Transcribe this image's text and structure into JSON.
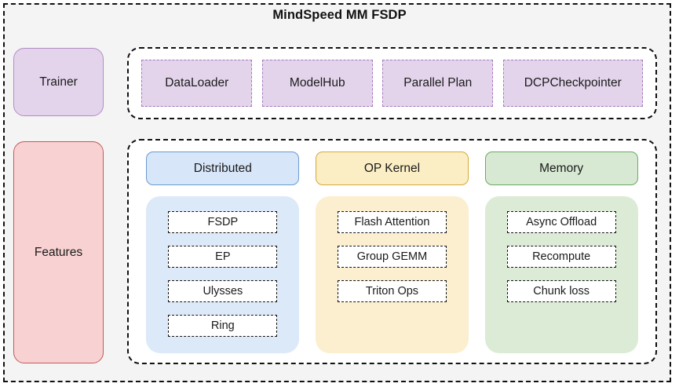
{
  "diagram": {
    "title": "MindSpeed MM FSDP",
    "type": "architecture-block-diagram"
  },
  "spine": {
    "trainer": {
      "label": "Trainer",
      "fill": "#e3d4ec",
      "border": "#b18cc4"
    },
    "features": {
      "label": "Features",
      "fill": "#f8d2d2",
      "border": "#c05a5a"
    }
  },
  "trainer_group": {
    "chips": [
      {
        "label": "DataLoader"
      },
      {
        "label": "ModelHub"
      },
      {
        "label": "Parallel Plan"
      },
      {
        "label": "DCPCheckpointer"
      }
    ],
    "chip_fill": "#e3d4ec",
    "chip_border": "#a679bd"
  },
  "features_group": {
    "columns": [
      {
        "header": "Distributed",
        "header_fill": "#d7e6f8",
        "header_border": "#6a9bd1",
        "panel_fill": "#dce9f8",
        "items": [
          {
            "label": "FSDP"
          },
          {
            "label": "EP"
          },
          {
            "label": "Ulysses"
          },
          {
            "label": "Ring"
          }
        ]
      },
      {
        "header": "OP Kernel",
        "header_fill": "#fbeec4",
        "header_border": "#d6a93a",
        "panel_fill": "#fcefd0",
        "items": [
          {
            "label": "Flash Attention"
          },
          {
            "label": "Group GEMM"
          },
          {
            "label": "Triton Ops"
          }
        ]
      },
      {
        "header": "Memory",
        "header_fill": "#d7e9d3",
        "header_border": "#6aa962",
        "panel_fill": "#dcebd6",
        "items": [
          {
            "label": "Async Offload"
          },
          {
            "label": "Recompute"
          },
          {
            "label": "Chunk loss"
          }
        ]
      }
    ]
  },
  "colors": {
    "canvas": "#f4f4f4",
    "frame_stroke": "#111111",
    "text": "#1a1a1a"
  }
}
